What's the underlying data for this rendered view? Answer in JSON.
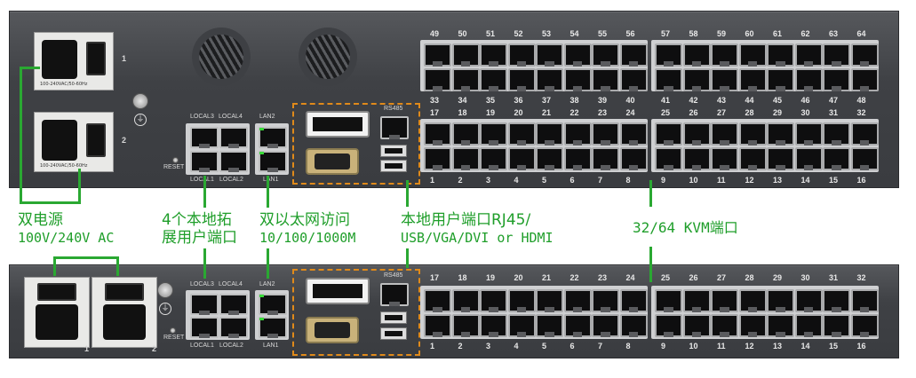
{
  "top_panel": {
    "power_label_1": "1",
    "power_label_2": "2",
    "power_rating_1": "100-240VAC/50-60Hz",
    "power_rating_2": "100-240VAC/50-60Hz",
    "local_labels": {
      "local3": "LOCAL3",
      "local4": "LOCAL4",
      "local1": "LOCAL1",
      "local2": "LOCAL2",
      "lan2": "LAN2",
      "lan1": "LAN1",
      "reset": "RESET",
      "rs485": "RS485"
    },
    "port_numbers_top_row": [
      "49",
      "50",
      "51",
      "52",
      "53",
      "54",
      "55",
      "56",
      "57",
      "58",
      "59",
      "60",
      "61",
      "62",
      "63",
      "64"
    ],
    "port_numbers_mid_row_a": [
      "33",
      "34",
      "35",
      "36",
      "37",
      "38",
      "39",
      "40",
      "41",
      "42",
      "43",
      "44",
      "45",
      "46",
      "47",
      "48"
    ],
    "port_numbers_mid_row_b": [
      "17",
      "18",
      "19",
      "20",
      "21",
      "22",
      "23",
      "24",
      "25",
      "26",
      "27",
      "28",
      "29",
      "30",
      "31",
      "32"
    ],
    "port_numbers_bottom_row": [
      "1",
      "2",
      "3",
      "4",
      "5",
      "6",
      "7",
      "8",
      "9",
      "10",
      "11",
      "12",
      "13",
      "14",
      "15",
      "16"
    ]
  },
  "bottom_panel": {
    "power_label_1": "1",
    "power_label_2": "2",
    "local_labels": {
      "local3": "LOCAL3",
      "local4": "LOCAL4",
      "local1": "LOCAL1",
      "local2": "LOCAL2",
      "lan2": "LAN2",
      "lan1": "LAN1",
      "reset": "RESET",
      "rs485": "RS485"
    },
    "port_numbers_top_row": [
      "17",
      "18",
      "19",
      "20",
      "21",
      "22",
      "23",
      "24",
      "25",
      "26",
      "27",
      "28",
      "29",
      "30",
      "31",
      "32"
    ],
    "port_numbers_bottom_row": [
      "1",
      "2",
      "3",
      "4",
      "5",
      "6",
      "7",
      "8",
      "9",
      "10",
      "11",
      "12",
      "13",
      "14",
      "15",
      "16"
    ]
  },
  "callouts": {
    "dual_power_line1": "双电源",
    "dual_power_line2": "100V/240V AC",
    "local_ports_line1": "4个本地拓",
    "local_ports_line2": "展用户端口",
    "ethernet_line1": "双以太网访问",
    "ethernet_line2": "10/100/1000M",
    "local_user_line1": "本地用户端口RJ45/",
    "local_user_line2": "USB/VGA/DVI or HDMI",
    "kvm_ports": "32/64 KVM端口"
  },
  "colors": {
    "callout_green": "#1f9e2a",
    "dash_orange": "#e08a1a",
    "panel": "#45474b"
  }
}
